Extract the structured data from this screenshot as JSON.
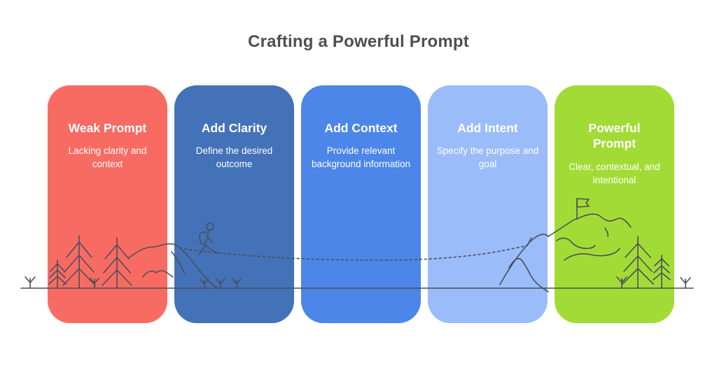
{
  "title": "Crafting a Powerful Prompt",
  "colors": {
    "title_text": "#4f4f4f",
    "card_text": "#ffffff",
    "line_art": "#4b4f5c",
    "stage_colors": [
      "#f86b63",
      "#4372b8",
      "#4c86e8",
      "#9abcf9",
      "#a3db36"
    ]
  },
  "stages": [
    {
      "label": "Weak Prompt",
      "description": "Lacking clarity and context",
      "color": "#f86b63"
    },
    {
      "label": "Add Clarity",
      "description": "Define the desired outcome",
      "color": "#4372b8"
    },
    {
      "label": "Add Context",
      "description": "Provide relevant background information",
      "color": "#4c86e8"
    },
    {
      "label": "Add Intent",
      "description": "Specify the purpose and goal",
      "color": "#9abcf9"
    },
    {
      "label": "Powerful Prompt",
      "description": "Clear, contextual, and intentional",
      "color": "#a3db36"
    }
  ],
  "illustration": {
    "elements": [
      "ground-line",
      "pine-tree-icon",
      "sapling-icon",
      "hill-icon",
      "hiker-icon",
      "trail-dashed-line",
      "mountain-icon",
      "flag-icon",
      "contour-squiggle"
    ]
  }
}
